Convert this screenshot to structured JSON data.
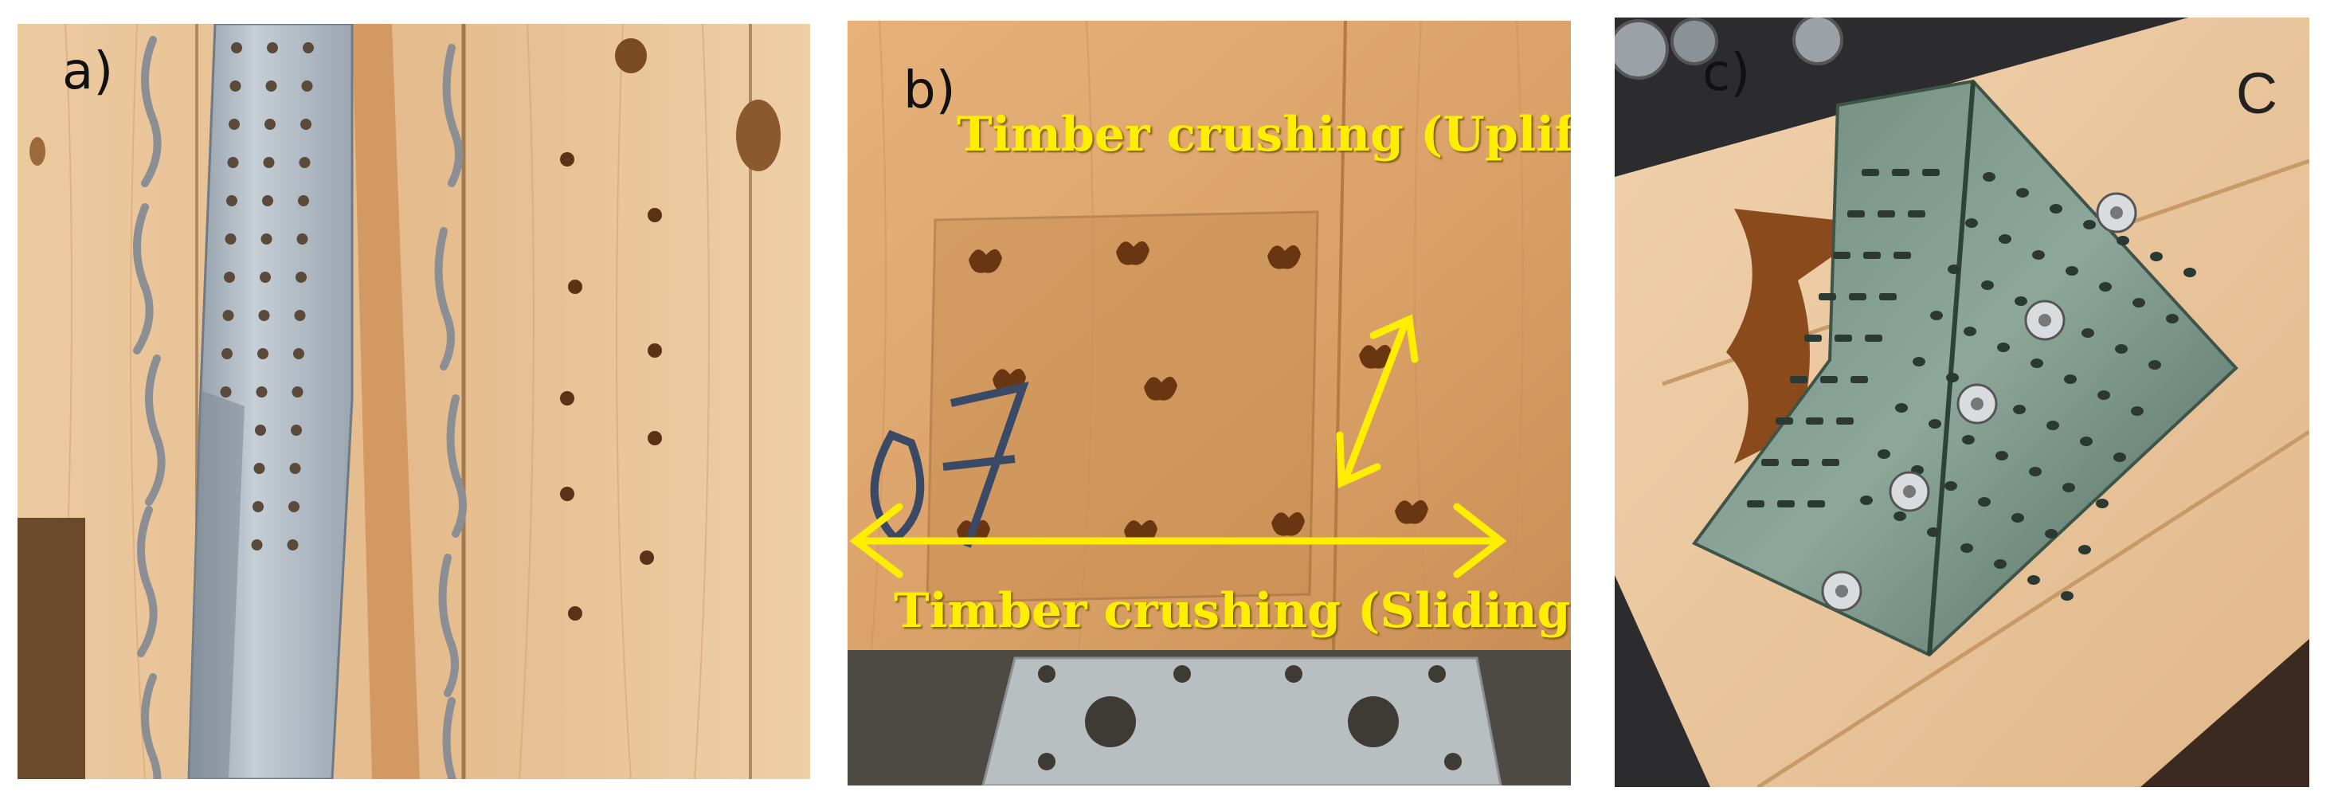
{
  "panels": [
    {
      "id": "a",
      "label": "a)"
    },
    {
      "id": "b",
      "label": "b)",
      "annotations": {
        "uplift": "Timber crushing (Uplift)",
        "sliding": "Timber crushing (Sliding)"
      }
    },
    {
      "id": "c",
      "label": "c)",
      "board_marking": "C"
    }
  ],
  "colors": {
    "annotation_yellow": "#ffee00",
    "timber": "#e2b98a",
    "timber_dark": "#c88f55",
    "steel": "#aeb8c2",
    "steel_green": "#5a7467"
  }
}
